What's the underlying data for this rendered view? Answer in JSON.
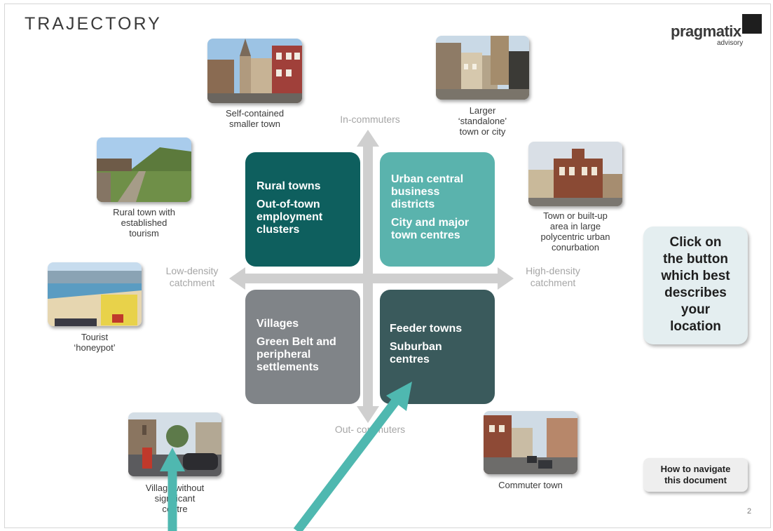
{
  "header": {
    "brand_left": "TRAJECTORY",
    "brand_right": "pragmatix",
    "brand_right_sub": "advisory"
  },
  "axes": {
    "top": "In-commuters",
    "bottom": "Out- commuters",
    "left": "Low-density\ncatchment",
    "right": "High-density\ncatchment"
  },
  "quadrants": {
    "top_left": {
      "line1": "Rural towns",
      "line2": "Out-of-town\nemployment\nclusters",
      "color": "#0e5f5e"
    },
    "top_right": {
      "line1": "Urban central\nbusiness\ndistricts",
      "line2": "City and major\ntown centres",
      "color": "#5ab3ad"
    },
    "bottom_left": {
      "line1": "Villages",
      "line2": "Green Belt and\nperipheral\nsettlements",
      "color": "#808488"
    },
    "bottom_right": {
      "line1": "Feeder towns",
      "line2": "Suburban\ncentres",
      "color": "#3a5a5c"
    }
  },
  "captions": {
    "self_contained": "Self-contained\nsmaller town",
    "larger_standalone": "Larger\n‘standalone’\ntown or city",
    "rural_tourism": "Rural town with\nestablished\ntourism",
    "conurbation": "Town or built-up\narea in large\npolycentric urban\nconurbation",
    "honeypot": "Tourist\n‘honeypot’",
    "village": "Village without\nsignificant\ncentre",
    "commuter": "Commuter town"
  },
  "buttons": {
    "main": "Click on\nthe button\nwhich best\ndescribes\nyour\nlocation",
    "navigate": "How to navigate\nthis document"
  },
  "page_number": "2",
  "colors": {
    "axis_arrow": "#cfcfcf",
    "pointer_arrow": "#4fb8b0",
    "button_bg": "#e4eef0"
  }
}
